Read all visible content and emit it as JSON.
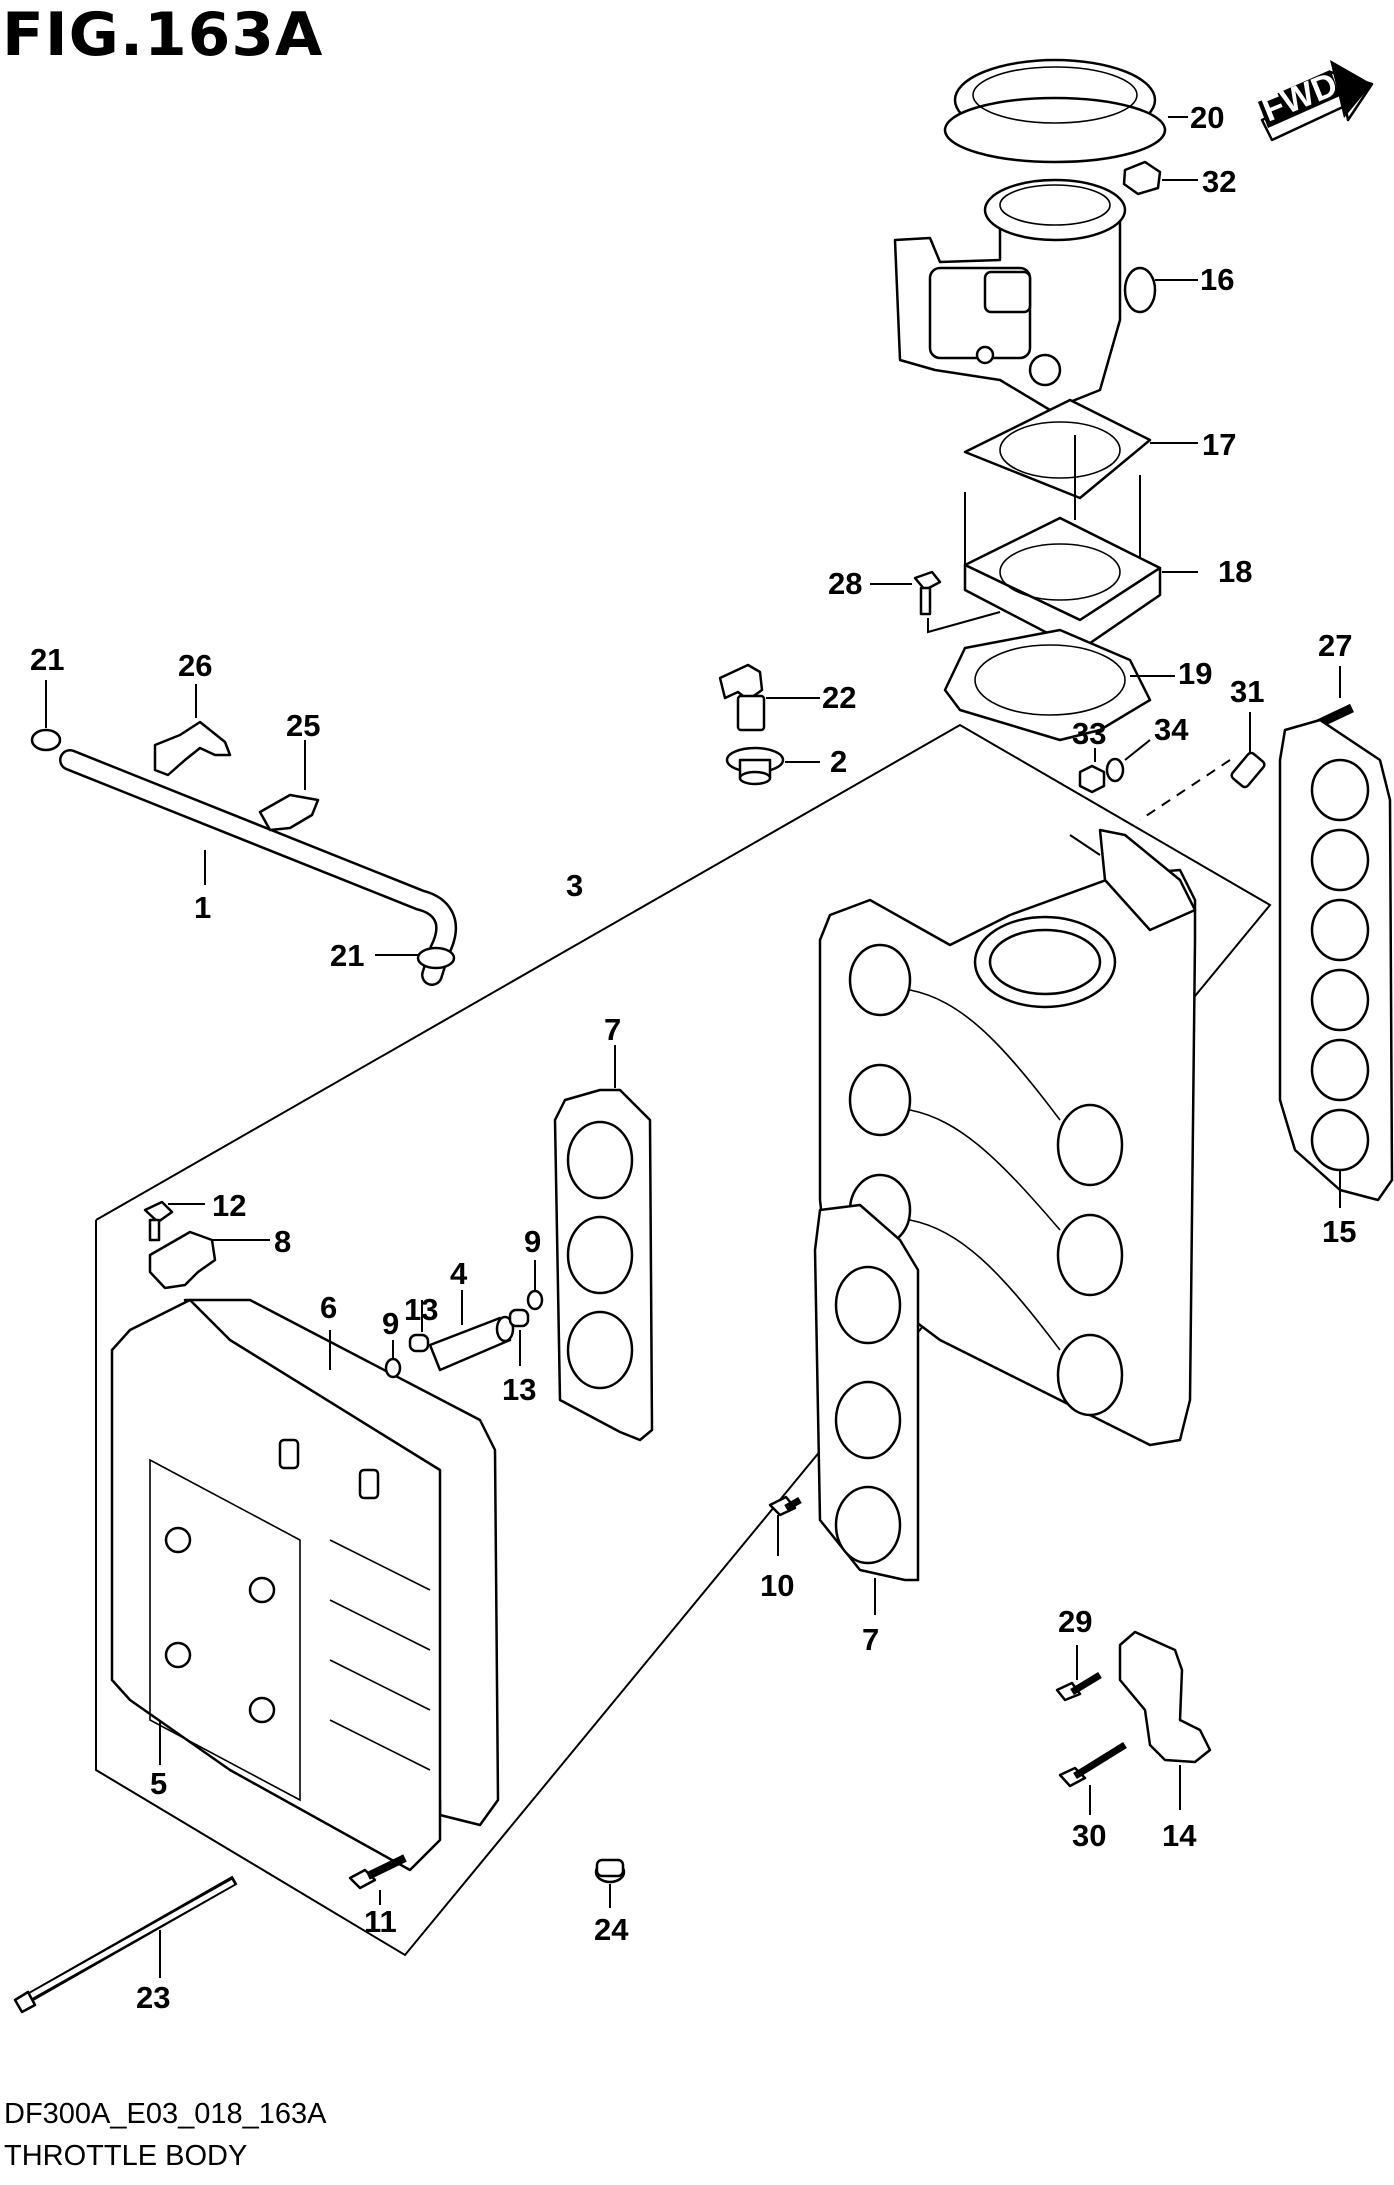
{
  "figure_title": "FIG.163A",
  "footer": {
    "code": "DF300A_E03_018_163A",
    "name": "THROTTLE BODY"
  },
  "fwd_badge": "FWD",
  "callouts": [
    {
      "id": "1",
      "text": "1"
    },
    {
      "id": "2",
      "text": "2"
    },
    {
      "id": "3",
      "text": "3"
    },
    {
      "id": "4",
      "text": "4"
    },
    {
      "id": "5",
      "text": "5"
    },
    {
      "id": "6",
      "text": "6"
    },
    {
      "id": "7a",
      "text": "7"
    },
    {
      "id": "7b",
      "text": "7"
    },
    {
      "id": "8",
      "text": "8"
    },
    {
      "id": "9a",
      "text": "9"
    },
    {
      "id": "9b",
      "text": "9"
    },
    {
      "id": "10",
      "text": "10"
    },
    {
      "id": "11",
      "text": "11"
    },
    {
      "id": "12",
      "text": "12"
    },
    {
      "id": "13a",
      "text": "13"
    },
    {
      "id": "13b",
      "text": "13"
    },
    {
      "id": "14",
      "text": "14"
    },
    {
      "id": "15",
      "text": "15"
    },
    {
      "id": "16",
      "text": "16"
    },
    {
      "id": "17",
      "text": "17"
    },
    {
      "id": "18",
      "text": "18"
    },
    {
      "id": "19",
      "text": "19"
    },
    {
      "id": "20",
      "text": "20"
    },
    {
      "id": "21a",
      "text": "21"
    },
    {
      "id": "21b",
      "text": "21"
    },
    {
      "id": "22",
      "text": "22"
    },
    {
      "id": "23",
      "text": "23"
    },
    {
      "id": "24",
      "text": "24"
    },
    {
      "id": "25",
      "text": "25"
    },
    {
      "id": "26",
      "text": "26"
    },
    {
      "id": "27",
      "text": "27"
    },
    {
      "id": "28",
      "text": "28"
    },
    {
      "id": "29",
      "text": "29"
    },
    {
      "id": "30",
      "text": "30"
    },
    {
      "id": "31",
      "text": "31"
    },
    {
      "id": "32",
      "text": "32"
    },
    {
      "id": "33",
      "text": "33"
    },
    {
      "id": "34",
      "text": "34"
    }
  ]
}
